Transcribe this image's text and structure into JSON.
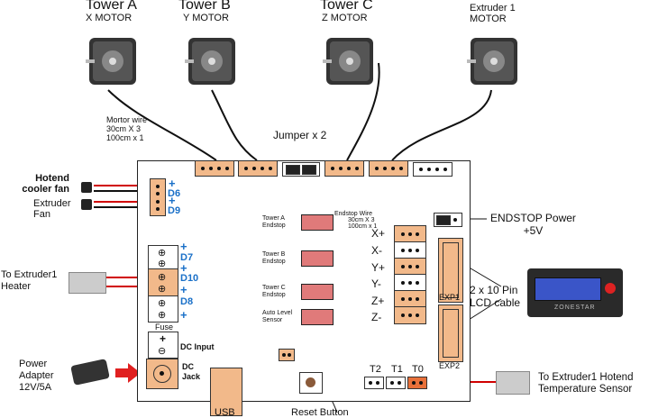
{
  "motors": {
    "a": {
      "name": "Tower A",
      "sub": "X MOTOR"
    },
    "b": {
      "name": "Tower B",
      "sub": "Y MOTOR"
    },
    "c": {
      "name": "Tower C",
      "sub": "Z MOTOR"
    },
    "e": {
      "name": "Extruder 1",
      "sub": "MOTOR"
    }
  },
  "motor_wire": [
    "Mortor wire",
    "30cm X 3",
    "100cm x 1"
  ],
  "jumper": "Jumper x 2",
  "fans": {
    "hotend": [
      "Hotend",
      "cooler fan"
    ],
    "extruder": [
      "Extruder",
      "Fan"
    ],
    "d6": "D6",
    "d9": "D9",
    "plus": "+"
  },
  "outputs": {
    "d7": "D7",
    "d10": "D10",
    "d8": "D8",
    "fuse": "Fuse",
    "dc_input": "DC Input",
    "dc_jack": [
      "DC",
      "Jack"
    ]
  },
  "heater": [
    "To Extruder1",
    "Heater"
  ],
  "power": [
    "Power",
    "Adapter",
    "12V/5A"
  ],
  "endstops": {
    "a": [
      "Tower A",
      "Endstop"
    ],
    "b": [
      "Tower B",
      "Endstop"
    ],
    "c": [
      "Tower C",
      "Endstop"
    ],
    "auto": [
      "Auto Level",
      "Sensor"
    ],
    "wire": [
      "Endstop Wire",
      "30cm X 3",
      "100cm x 1"
    ]
  },
  "axis_labels": [
    "X+",
    "X-",
    "Y+",
    "Y-",
    "Z+",
    "Z-"
  ],
  "endstop_power": [
    "ENDSTOP Power",
    "+5V"
  ],
  "lcd": [
    "2 x 10 Pin",
    "LCD  cable"
  ],
  "exp": {
    "exp1": "EXP1",
    "exp2": "EXP2"
  },
  "lcd_brand": "ZONESTAR",
  "thermistors": [
    "T2",
    "T1",
    "T0"
  ],
  "temp_sensor": [
    "To Extruder1 Hotend",
    "Temperature Sensor"
  ],
  "usb": "USB",
  "reset": "Reset  Button",
  "plusminus": {
    "plus": "⊕",
    "minus": "⊖"
  },
  "colors": {
    "connector": "#f2b98a",
    "accent": "#1a70c8",
    "wire_red": "#d00000",
    "arrow": "#e02020",
    "sensor": "#e07a7a"
  }
}
